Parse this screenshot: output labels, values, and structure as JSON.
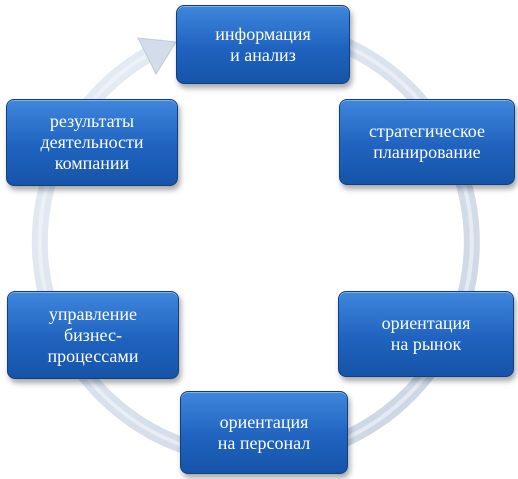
{
  "diagram": {
    "type": "cycle",
    "nodes": [
      {
        "id": "info",
        "label": "информация\nи анализ"
      },
      {
        "id": "strategy",
        "label": "стратегическое\nпланирование"
      },
      {
        "id": "market",
        "label": "ориентация\nна рынок"
      },
      {
        "id": "personnel",
        "label": "ориентация\nна персонал"
      },
      {
        "id": "business",
        "label": "управление\nбизнес-\nпроцессами"
      },
      {
        "id": "results",
        "label": "результаты\nдеятельности\nкомпании"
      }
    ],
    "colors": {
      "node_fill": "#1f63bf",
      "node_border": "#0f3f7e",
      "node_text": "#ffffff",
      "ring": "#d9e2ee"
    }
  }
}
